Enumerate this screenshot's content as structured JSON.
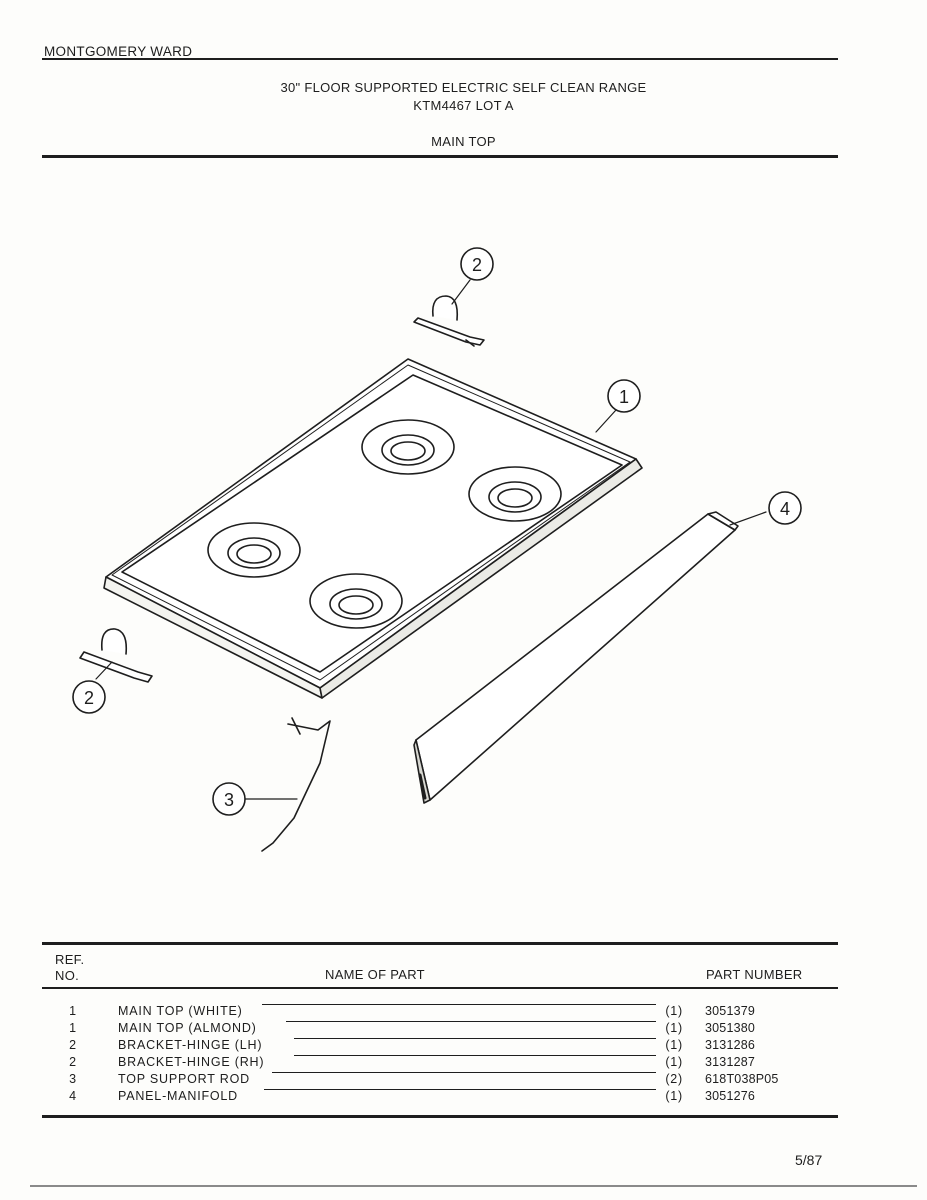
{
  "header": {
    "brand": "MONTGOMERY WARD",
    "title_line1": "30\" FLOOR SUPPORTED ELECTRIC SELF CLEAN RANGE",
    "title_line2": "KTM4467 LOT A",
    "section": "MAIN TOP"
  },
  "callouts": [
    "1",
    "2",
    "3",
    "4"
  ],
  "table": {
    "col_ref_line1": "REF.",
    "col_ref_line2": "NO.",
    "col_name": "NAME OF PART",
    "col_part": "PART NUMBER",
    "rows": [
      {
        "ref": "1",
        "name": "MAIN TOP (WHITE)",
        "qty": "(1)",
        "part": "3051379"
      },
      {
        "ref": "1",
        "name": "MAIN TOP (ALMOND)",
        "qty": "(1)",
        "part": "3051380"
      },
      {
        "ref": "2",
        "name": "BRACKET-HINGE (LH)",
        "qty": "(1)",
        "part": "3131286"
      },
      {
        "ref": "2",
        "name": "BRACKET-HINGE (RH)",
        "qty": "(1)",
        "part": "3131287"
      },
      {
        "ref": "3",
        "name": "TOP SUPPORT ROD",
        "qty": "(2)",
        "part": "618T038P05"
      },
      {
        "ref": "4",
        "name": "PANEL-MANIFOLD",
        "qty": "(1)",
        "part": "3051276"
      }
    ]
  },
  "footer": {
    "page": "5/87"
  }
}
